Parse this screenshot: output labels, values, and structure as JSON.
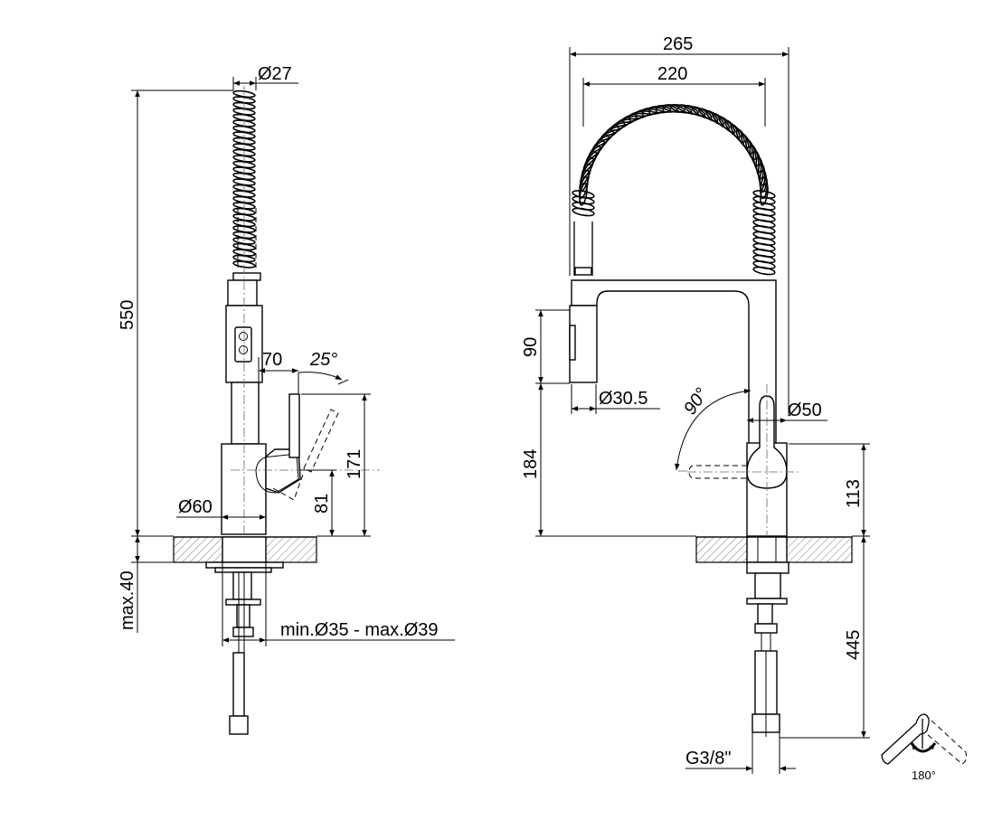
{
  "side_view": {
    "dim_hose_diameter": "Ø27",
    "dim_total_height": "550",
    "dim_lever_reach": "70",
    "dim_lever_angle": "25°",
    "dim_lever_height": "171",
    "dim_body_height": "81",
    "dim_body_diameter": "Ø60",
    "dim_max_thickness": "max.40",
    "dim_hole_diameter": "min.Ø35 - max.Ø39"
  },
  "front_view": {
    "dim_total_width": "265",
    "dim_coil_width": "220",
    "dim_spray_length": "90",
    "dim_spray_diameter": "Ø30.5",
    "dim_spout_height": "184",
    "dim_swing_angle": "90°",
    "dim_column_diameter": "Ø50",
    "dim_lever_height": "113",
    "dim_hose_length": "445",
    "dim_connection": "G3/8\""
  },
  "rotation_icon": {
    "label": "180°",
    "icon": "rotation-arrow-icon"
  }
}
